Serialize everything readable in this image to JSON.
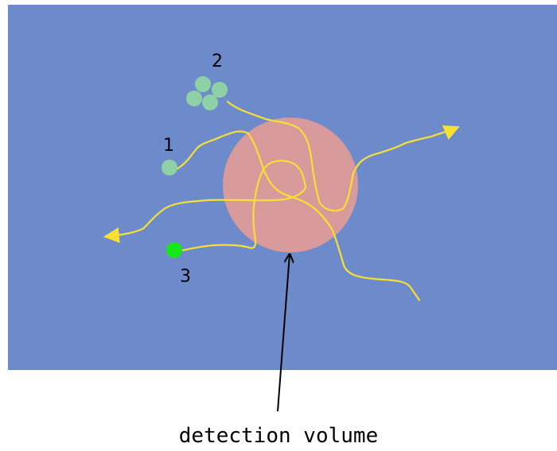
{
  "diagram": {
    "caption": "detection volume",
    "labels": {
      "one": "1",
      "two": "2",
      "three": "3"
    },
    "colors": {
      "background_panel": "#6d8bcb",
      "detection_volume": "#d89a9a",
      "trajectory": "#f7e033",
      "molecule": "#8fd1a6",
      "molecule_highlight": "#19e619",
      "pointer": "#000000"
    }
  }
}
